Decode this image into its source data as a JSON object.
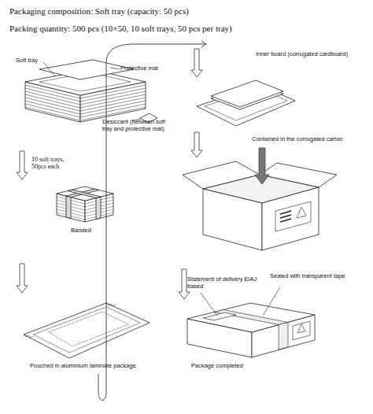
{
  "diagram": {
    "title": "Packaging composition: Soft tray (capacity: 50 pcs)",
    "nodes": [
      {
        "text": [
          "Soft tray",
          "Protective mat",
          "Desiccant (between soft tray and protective mat)"
        ]
      },
      {
        "text": [
          "Banded"
        ]
      },
      {
        "text": [
          "Pouched in aluminium laminate package"
        ]
      },
      {
        "text": [
          "Inner board (corrugated cardboard)"
        ]
      },
      {
        "text": [
          "Contained in the corrugated carton"
        ]
      },
      {
        "text": [
          "Statement of delivery EIAJ based",
          "Sealed with transparent tape",
          "Package completed"
        ]
      }
    ],
    "edges": [
      {
        "from": 0,
        "to": 1,
        "arrow": "to",
        "label": "10 soft trays, 50pcs each"
      },
      {
        "from": 1,
        "to": 2,
        "arrow": "to"
      },
      {
        "from": 2,
        "to": 3,
        "arrow": "to"
      },
      {
        "from": 3,
        "to": 4,
        "arrow": "to"
      },
      {
        "from": 4,
        "to": 5,
        "arrow": "to"
      }
    ],
    "labels": [
      "Packing quantity: 500 pcs (10×50, 10 soft trays, 50 pcs per tray)"
    ]
  }
}
